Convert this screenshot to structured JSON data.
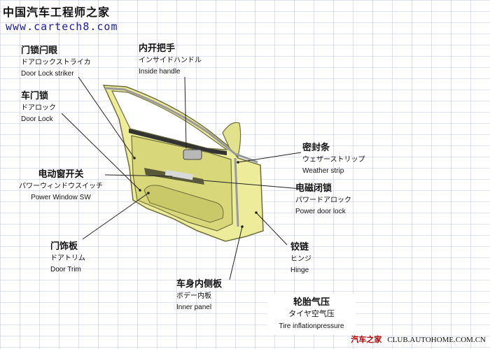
{
  "watermark": {
    "site_name": "中国汽车工程师之家",
    "url": "www.cartech8.com"
  },
  "labels": {
    "door_lock_striker": {
      "cn": "门锁闩眼",
      "jp": "ドアロックストライカ",
      "en": "Door Lock striker"
    },
    "door_lock": {
      "cn": "车门锁",
      "jp": "ドアロック",
      "en": "Door Lock"
    },
    "power_window_switch": {
      "cn": "电动窗开关",
      "jp": "パワーウィンドウスイッチ",
      "en": "Power Window SW"
    },
    "door_trim": {
      "cn": "门饰板",
      "jp": "ドアトリム",
      "en": "Door Trim"
    },
    "inside_handle": {
      "cn": "内开把手",
      "jp": "インサイドハンドル",
      "en": "Inside handle"
    },
    "weather_strip": {
      "cn": "密封条",
      "jp": "ウェザーストリップ",
      "en": "Weather strip"
    },
    "power_door_lock": {
      "cn": "电磁闭锁",
      "jp": "パワードアロック",
      "en": "Power door lock"
    },
    "hinge": {
      "cn": "铰链",
      "jp": "ヒンジ",
      "en": "Hinge"
    },
    "inner_panel": {
      "cn": "车身内侧板",
      "jp": "ボデー内板",
      "en": "Inner panel"
    },
    "tire_pressure": {
      "cn": "轮胎气压",
      "jp": "タイヤ空气压",
      "en": "Tire inflationpressure"
    }
  },
  "footer": {
    "brand": "汽车之家",
    "url": "CLUB.AUTOHOME.COM.CN"
  },
  "colors": {
    "door_fill": "#ecec9a",
    "door_edge": "#6e6e3a",
    "panel_fill": "#d8d87a",
    "leader": "#222222"
  }
}
